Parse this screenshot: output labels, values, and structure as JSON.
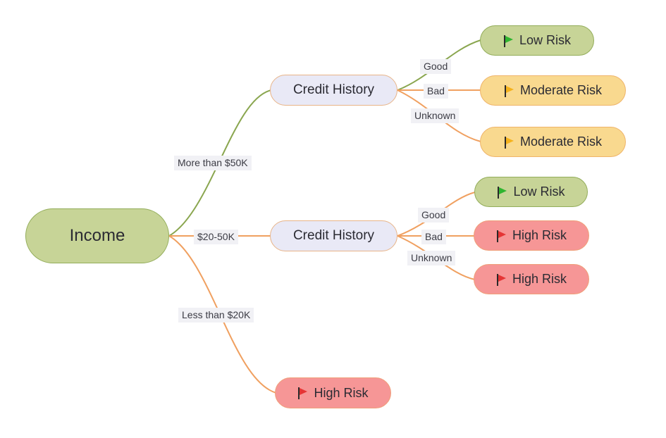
{
  "root": {
    "label": "Income"
  },
  "colors": {
    "edge_green": "#8aa64f",
    "edge_orange": "#f0a060",
    "flag_low": "#2fb52f",
    "flag_moderate": "#f5b21c",
    "flag_high": "#e53535"
  },
  "branches": [
    {
      "edge_label": "More than $50K",
      "node": {
        "label": "Credit History"
      },
      "children": [
        {
          "edge_label": "Good",
          "label": "Low Risk",
          "risk": "low",
          "icon": "flag-icon"
        },
        {
          "edge_label": "Bad",
          "label": "Moderate Risk",
          "risk": "moderate",
          "icon": "flag-icon"
        },
        {
          "edge_label": "Unknown",
          "label": "Moderate Risk",
          "risk": "moderate",
          "icon": "flag-icon"
        }
      ]
    },
    {
      "edge_label": "$20-50K",
      "node": {
        "label": "Credit History"
      },
      "children": [
        {
          "edge_label": "Good",
          "label": "Low Risk",
          "risk": "low",
          "icon": "flag-icon"
        },
        {
          "edge_label": "Bad",
          "label": "High Risk",
          "risk": "high",
          "icon": "flag-icon"
        },
        {
          "edge_label": "Unknown",
          "label": "High Risk",
          "risk": "high",
          "icon": "flag-icon"
        }
      ]
    },
    {
      "edge_label": "Less than $20K",
      "leaf": {
        "label": "High Risk",
        "risk": "high",
        "icon": "flag-icon"
      }
    }
  ]
}
